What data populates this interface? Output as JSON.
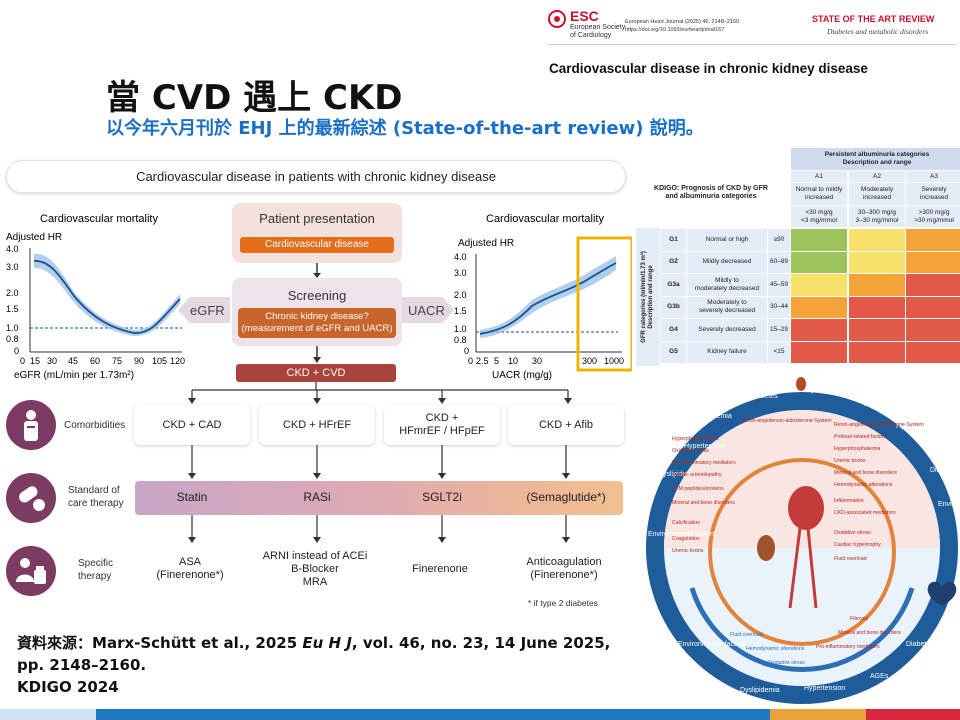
{
  "header": {
    "esc_name": "ESC",
    "esc_sub": "European Society of Cardiology",
    "journal_line1": "European Heart Journal (2025) 46, 2148–2160",
    "journal_line2": "https://doi.org/10.1093/eurheartj/ehaf167",
    "category": "STATE OF THE ART REVIEW",
    "subcategory": "Diabetes and metabolic disorders",
    "paper_title": "Cardiovascular disease in chronic kidney disease"
  },
  "slide": {
    "title": "當 CVD 遇上 CKD",
    "subtitle": "以今年六月刊於 EHJ 上的最新綜述 (State-of-the-art review) 說明。"
  },
  "figure": {
    "banner": "Cardiovascular disease in patients with chronic kidney disease",
    "left_chart": {
      "title": "Cardiovascular mortality",
      "ylabel": "Adjusted HR",
      "xlabel": "eGFR (mL/min per 1.73m²)",
      "yticks": [
        "4.0",
        "3.0",
        "2.0",
        "1.5",
        "1.0",
        "0.8",
        "0"
      ],
      "xticks": [
        "0",
        "15",
        "30",
        "45",
        "60",
        "75",
        "90",
        "105",
        "120"
      ]
    },
    "right_chart": {
      "title": "Cardiovascular mortality",
      "ylabel": "Adjusted HR",
      "xlabel": "UACR (mg/g)",
      "yticks": [
        "4.0",
        "3.0",
        "2.0",
        "1.5",
        "1.0",
        "0.8",
        "0"
      ],
      "xticks": [
        "0",
        "2.5",
        "5",
        "10",
        "30",
        "300",
        "1000"
      ]
    },
    "patient_presentation": "Patient presentation",
    "cardiovascular_disease": "Cardiovascular disease",
    "screening": "Screening",
    "screening_q1": "Chronic kidney disease?",
    "screening_q2": "(measurement of eGFR and UACR)",
    "egfr": "eGFR",
    "uacr": "UACR",
    "ckd_cvd": "CKD + CVD",
    "rows": {
      "comorbidities": "Comorbidities",
      "standard_1": "Standard of",
      "standard_2": "care therapy",
      "specific_1": "Specific",
      "specific_2": "therapy"
    },
    "comorbidity_cells": [
      [
        "CKD + CAD"
      ],
      [
        "CKD + HFrEF"
      ],
      [
        "CKD +",
        "HFmrEF / HFpEF"
      ],
      [
        "CKD + Afib"
      ]
    ],
    "standard_cells": [
      "Statin",
      "RASi",
      "SGLT2i",
      "(Semaglutide*)"
    ],
    "specific_cells": [
      [
        "ASA",
        "(Finerenone*)"
      ],
      [
        "ARNI instead of ACEi",
        "B-Blocker",
        "MRA"
      ],
      [
        "Finerenone"
      ],
      [
        "Anticoagulation",
        "(Finerenone*)"
      ]
    ],
    "footnote": "* if type 2 diabetes"
  },
  "source": {
    "label": "資料來源：",
    "authors": "Marx-Schütt et al., 2025 ",
    "journal": "Eu H J",
    "rest": ", vol. 46, no. 23, 14 June 2025, pp. 2148–2160.",
    "kdigo": "KDIGO 2024"
  },
  "kdigo": {
    "title_1": "KDIGO: Prognosis of CKD by GFR",
    "title_2": "and albuminuria categories",
    "albu_header_1": "Persistent albuminuria categories",
    "albu_header_2": "Description and range",
    "a_codes": [
      "A1",
      "A2",
      "A3"
    ],
    "a_desc": [
      [
        "Normal to mildly",
        "increased"
      ],
      [
        "Moderately",
        "increased"
      ],
      [
        "Severely",
        "increased"
      ]
    ],
    "a_range": [
      [
        "<30 mg/g",
        "<3 mg/mmol"
      ],
      [
        "30–300 mg/g",
        "3–30 mg/mmol"
      ],
      [
        ">300 mg/g",
        ">30 mg/mmol"
      ]
    ],
    "gfr_axis_1": "GFR categories (ml/min/1.73 m²)",
    "gfr_axis_2": "Description and range",
    "g_rows": [
      {
        "code": "G1",
        "desc": [
          "Normal or high"
        ],
        "range": "≥90",
        "colors": [
          "#9bc45a",
          "#f7e16b",
          "#f2a33a"
        ]
      },
      {
        "code": "G2",
        "desc": [
          "Mildly decreased"
        ],
        "range": "60–89",
        "colors": [
          "#9bc45a",
          "#f7e16b",
          "#f2a33a"
        ]
      },
      {
        "code": "G3a",
        "desc": [
          "Mildly to",
          "moderately decreased"
        ],
        "range": "45–59",
        "colors": [
          "#f7e16b",
          "#f2a33a",
          "#e2594a"
        ]
      },
      {
        "code": "G3b",
        "desc": [
          "Moderately to",
          "severely decreased"
        ],
        "range": "30–44",
        "colors": [
          "#f2a33a",
          "#e2594a",
          "#e2594a"
        ]
      },
      {
        "code": "G4",
        "desc": [
          "Severely decreased"
        ],
        "range": "15–29",
        "colors": [
          "#e2594a",
          "#e2594a",
          "#e2594a"
        ]
      },
      {
        "code": "G5",
        "desc": [
          "Kidney failure"
        ],
        "range": "<15",
        "colors": [
          "#e2594a",
          "#e2594a",
          "#e2594a"
        ]
      }
    ]
  },
  "circle": {
    "outer_top": [
      "Dyslipidemia",
      "Anemia",
      "Hypertension",
      "Diabetes"
    ],
    "outer_left_top": [
      "Hypertension",
      "Anemia",
      "Diabetes"
    ],
    "outer_left": [
      "Dyslipidemia",
      "Environmental factors"
    ],
    "outer_right": [
      "Environmental factors"
    ],
    "outer_bottom": [
      "Environmental factors",
      "Dyslipidemia",
      "Hypertension",
      "AGEs",
      "Diabetes"
    ],
    "left_items": [
      "Renin-angiotensin-aldosterone-System",
      "Hyperphosphatemia",
      "Oxidative stress",
      "Pro-inflammatory mediators",
      "Calcific arteriolopathy",
      "PTM peptides/proteins",
      "Mineral and bone disorders",
      "Calcification",
      "Coagulation",
      "Uremic toxins"
    ],
    "right_items": [
      "Renin-angiotensin-aldosterone-System",
      "Proload-related factors",
      "Hyperphosphatemia",
      "Uremic toxins",
      "Mineral and bone disorders",
      "Hemodynamic alterations",
      "Inflammation",
      "CKD-associated mediators",
      "Oxidative stress",
      "Cardiac hypertrophy",
      "Fluid overload"
    ],
    "bottom_items": [
      "Fluid overload",
      "Hemodynamic alterations",
      "Oxidative stress",
      "Pro-inflammatory mediators",
      "Mineral and bone disorders",
      "Fibrosis"
    ]
  }
}
